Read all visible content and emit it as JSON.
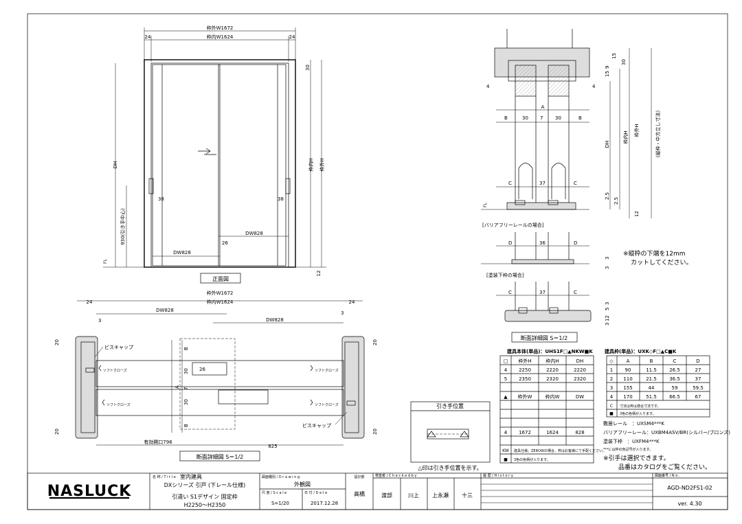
{
  "front_view": {
    "dim_outer": "枠外W1672",
    "dim_inner": "枠内W1624",
    "dim_24_left": "24",
    "dim_24_right": "24",
    "dim_30": "30",
    "dim_dh": "DH",
    "dim_frame_inner_h": "枠内H",
    "dim_frame_outer_h": "枠外H",
    "dim_handle_center": "930(引き手中心)",
    "dim_38_left": "38",
    "dim_38_right": "38",
    "dim_26": "26",
    "dim_dw_right": "DW828",
    "dim_dw_left": "DW828",
    "dim_12": "12",
    "fl": "FL",
    "caption": "正面図"
  },
  "plan_view": {
    "dim_outer": "枠外W1672",
    "dim_inner": "枠内W1624",
    "dim_24_left": "24",
    "dim_24_right": "24",
    "dim_dw_top": "DW828",
    "dim_dw_mid": "DW828",
    "dim_3_left": "3",
    "dim_3_right": "3",
    "screw_cap_top": "ビスキャップ",
    "screw_cap_bottom": "ビスキャップ",
    "soft_close": "ソフトクローズ",
    "dim_26": "26",
    "dim_20_tl": "20",
    "dim_20_bl": "20",
    "dim_20_tr": "20",
    "dim_20_br": "20",
    "dim_b1": "B",
    "dim_b2": "B",
    "dim_b3": "B",
    "dim_30_1": "30",
    "dim_30_2": "30",
    "dim_7": "7",
    "dim_a": "A",
    "dim_opening": "有効開口796",
    "dim_825": "825",
    "caption": "断面詳細図 S＝1/2"
  },
  "section_view": {
    "dim_4_left": "4",
    "dim_4_right": "4",
    "dim_9": "9",
    "dim_15a": "15",
    "dim_15b": "15",
    "dim_30": "30",
    "dim_b_left": "B",
    "dim_30_left": "30",
    "dim_7": "7",
    "dim_30_right": "30",
    "dim_b_right": "B",
    "dim_a": "A",
    "dim_dh": "DH",
    "dim_frame_inner_h": "枠内H",
    "dim_frame_outer_h": "枠外H",
    "dim_frame_note": "(縦枠・中方立し寸法)",
    "dim_c_left": "C",
    "dim_37": "37",
    "dim_c_right": "C",
    "dim_25a": "2.5",
    "dim_25b": "2.5",
    "dim_12": "12",
    "fl": "FL",
    "barrier_free_title": "[バリアフリーレールの場合]",
    "bf_d_left": "D",
    "bf_36": "36",
    "bf_d_right": "D",
    "bf_3a": "3",
    "bf_3b": "3",
    "note_line1": "※縦枠の下端を12mm",
    "note_line2": "カットしてください。",
    "painted_title": "[塗装下枠の場合]",
    "pt_c_left": "C",
    "pt_37": "37",
    "pt_c_right": "C",
    "pt_3": "3",
    "pt_5": "5",
    "pt_12": "12",
    "pt_3b": "3",
    "caption": "断面詳細図 S＝1/2"
  },
  "handle_pos": {
    "title": "引き手位置",
    "note": "△印は引き手位置を示す。"
  },
  "door_table": {
    "title": "建具本体(単品)：UHS1F□▲NKW■K",
    "headers": [
      "□",
      "枠外H",
      "枠内H",
      "DH"
    ],
    "rows": [
      [
        "4",
        "2250",
        "2220",
        "2220"
      ],
      [
        "5",
        "2350",
        "2320",
        "2320"
      ]
    ],
    "headers2": [
      "▲",
      "枠外W",
      "枠内W",
      "DW"
    ],
    "rows2": [
      [
        "4",
        "1672",
        "1624",
        "828"
      ]
    ],
    "kw_label": "KW",
    "kw_note": "建具仕様。ZEROWの場合、枠はお客様にて手配ください。",
    "sq_label": "■",
    "sq_note": "3色の色柄が入ります。"
  },
  "frame_table": {
    "title": "建具枠(単品)：UXK◇F□▲C■K",
    "headers": [
      "◇",
      "A",
      "B",
      "C",
      "D"
    ],
    "rows": [
      [
        "1",
        "90",
        "11.5",
        "26.5",
        "27"
      ],
      [
        "2",
        "110",
        "21.5",
        "36.5",
        "37"
      ],
      [
        "3",
        "155",
        "44",
        "59",
        "59.5"
      ],
      [
        "4",
        "170",
        "51.5",
        "66.5",
        "67"
      ]
    ],
    "c_label": "C",
    "c_note": "寸法は枠は適合寸法です。",
    "sq_label": "■",
    "sq_note": "3色の色柄が入ります。"
  },
  "notes": {
    "line1": "敷居レール　：UXSM4***K",
    "line2": "バリアフリーレール：UXBM4ASV/BR(シルバー/ブロンズ)",
    "line3": "塗装下枠　：UXFM4***K",
    "line4": "***には枠の色記号が入ります。",
    "line5": "※引手は選択できます。",
    "line6": "品番はカタログをご覧ください。"
  },
  "title_block": {
    "logo": "NASLUCK",
    "title_label": "名 称 / T i t l e",
    "title_cat": "室内建具",
    "title_line1": "DXシリーズ 引戸 (下レール仕様)",
    "title_line2": "引違い S1デザイン 固定枠",
    "title_line3": "H2250～H2350",
    "drawing_label": "図面種別 / D r a w i n g",
    "drawing": "外観図",
    "scale_label": "尺 度 / S c a l e",
    "scale": "S=1/20",
    "date_label": "日 付 / D a t e",
    "date": "2017.12.28",
    "design_label": "設計部",
    "design": "高橋",
    "check_label": "検査者 / C h e c k e d b y",
    "check1": "渡部",
    "check2": "川上",
    "check3": "上永瀬",
    "check4": "十三",
    "history_label": "履 歴 / H i s t o r y",
    "no_label": "図面番号 / N o .",
    "no": "AGD-ND2FS1-02",
    "version": "ver. 4.30"
  }
}
